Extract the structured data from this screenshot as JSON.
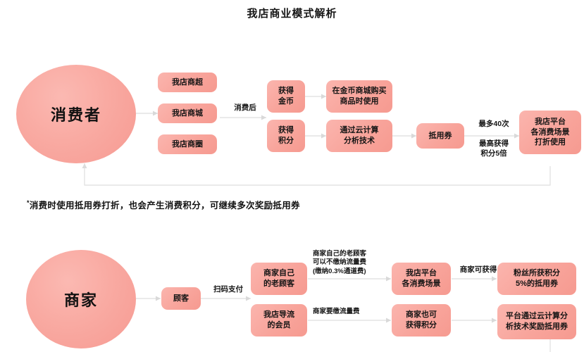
{
  "page": {
    "title": "我店商业模式解析",
    "footnote_star": "*",
    "footnote": "消费时使用抵用券打折，也会产生消费积分，可继续多次奖励抵用券"
  },
  "colors": {
    "box_fill_light": "#fbb5ae",
    "box_fill_dark": "#f69a90",
    "circle_fill": "#f9aaa2",
    "arrow": "#d9d9d9",
    "text": "#151515",
    "background": "#ffffff"
  },
  "consumer_flow": {
    "actor": "消费者",
    "channels": [
      {
        "label": "我店商超"
      },
      {
        "label": "我店商城"
      },
      {
        "label": "我店商圈"
      }
    ],
    "after_purchase_label": "消费后",
    "rewards": [
      {
        "label": "获得\n金币"
      },
      {
        "label": "获得\n积分"
      }
    ],
    "reward_uses": [
      {
        "label": "在金币商城购买\n商品时使用"
      },
      {
        "label": "通过云计算\n分析技术"
      }
    ],
    "voucher": "抵用券",
    "voucher_notes": [
      "最多40次",
      "最高获得\n积分5倍"
    ],
    "platform_usage": "我店平台\n各消费场景\n打折使用"
  },
  "merchant_flow": {
    "actor": "商家",
    "customer": "顾客",
    "scan_pay_label": "扫码支付",
    "customer_types": [
      {
        "label": "商家自己\n的老顾客"
      },
      {
        "label": "我店导流\n的会员"
      }
    ],
    "fee_notes": [
      "商家自己的老顾客\n可以不缴纳流量费\n(缴纳0.3%通道费)",
      "商家要缴流量费"
    ],
    "platform_scenes": [
      {
        "label": "我店平台\n各消费场景"
      },
      {
        "label": "商家也可\n获得积分"
      }
    ],
    "merchant_gain_label": "商家可获得",
    "merchant_rewards": [
      {
        "label": "粉丝所获积分\n5%的抵用券"
      },
      {
        "label": "平台通过云计算分\n析技术奖励抵用券"
      }
    ]
  }
}
